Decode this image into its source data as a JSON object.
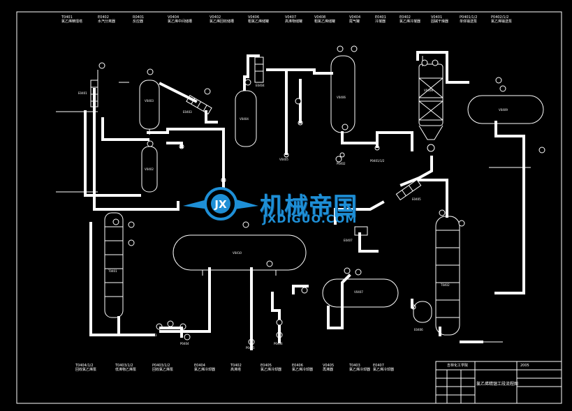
{
  "top_equipment": [
    {
      "tag": "T0401",
      "name": "氯乙烯精馏塔"
    },
    {
      "tag": "E0402",
      "name": "水汽分离器"
    },
    {
      "tag": "R0401",
      "name": "反应器"
    },
    {
      "tag": "V0404",
      "name": "氯乙烯中间储槽"
    },
    {
      "tag": "V0402",
      "name": "氯乙烯回收储槽"
    },
    {
      "tag": "V0406",
      "name": "粗氯乙烯储罐"
    },
    {
      "tag": "V0407",
      "name": "高沸物储罐"
    },
    {
      "tag": "V0408",
      "name": "粗氯乙烯储罐"
    },
    {
      "tag": "V0404",
      "name": "尾气罐"
    },
    {
      "tag": "E0401",
      "name": "冷凝器"
    },
    {
      "tag": "E0402",
      "name": "氯乙烯冷凝器"
    },
    {
      "tag": "V0401",
      "name": "固碱干燥器"
    },
    {
      "tag": "P0401/1/2",
      "name": "单体输送泵"
    },
    {
      "tag": "P0402/1/2",
      "name": "氯乙烯输送泵"
    }
  ],
  "bottom_equipment": [
    {
      "tag": "T0404/1/2",
      "name": "回收氯乙烯泵"
    },
    {
      "tag": "T0403/1/2",
      "name": "低沸物乙烯泵"
    },
    {
      "tag": "P0403/1/2",
      "name": "回收氯乙烯泵"
    },
    {
      "tag": "E0404",
      "name": "氯乙烯冷却器"
    },
    {
      "tag": "T0402",
      "name": "高沸塔"
    },
    {
      "tag": "E0405",
      "name": "氯乙烯冷却器"
    },
    {
      "tag": "E0406",
      "name": "氯乙烯冷却器"
    },
    {
      "tag": "V0405",
      "name": "再沸器"
    },
    {
      "tag": "T0403",
      "name": "氯乙烯冷却器"
    },
    {
      "tag": "E0407",
      "name": "氯乙烯冷却器"
    }
  ],
  "tags": {
    "e0401": "E0401",
    "v0403": "V0403",
    "v0402": "V0402",
    "e0403": "E0403",
    "v0404": "V0404",
    "e0404": "E0404",
    "v0405": "V0405",
    "v0406": "V0406",
    "v0408": "V0408",
    "v0409": "V0409",
    "t0401": "T0401",
    "t0402": "T0402",
    "v0410": "V0410",
    "v0407": "V0407",
    "e0405": "E0405",
    "p0401": "P0401/1/2",
    "p0402": "P0402",
    "p0403": "P0403",
    "p0404": "P0404",
    "e0406": "E0406",
    "e0407": "E0407",
    "p0405": "P0405",
    "p0406": "P0406"
  },
  "watermark": {
    "title": "机械帝国",
    "subtitle": "JXDIGUO.COM",
    "logo_letters": "JX"
  },
  "title_block": {
    "drawing_title": "氯乙烯精馏工段流程图",
    "school": "吉林化工学院",
    "number": "2005"
  },
  "colors": {
    "background": "#000000",
    "lines": "#ffffff",
    "watermark": "#1e8fd6"
  }
}
